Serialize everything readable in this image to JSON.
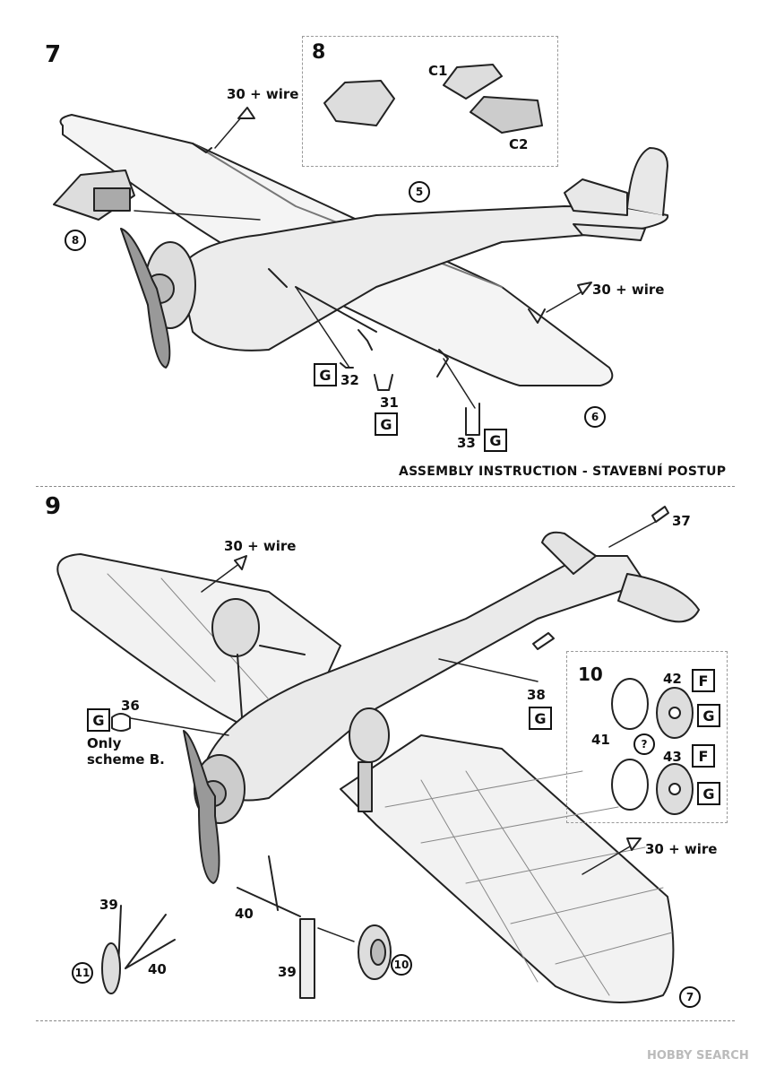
{
  "steps": {
    "s7": "7",
    "s8": "8",
    "s9": "9",
    "s10": "10"
  },
  "section_title": "ASSEMBLY INSTRUCTION - STAVEBNÍ POSTUP",
  "part_labels": {
    "wire_a": "30 + wire",
    "wire_b": "30 + wire",
    "wire_c": "30 + wire",
    "wire_d": "30 + wire",
    "c1": "C1",
    "c2": "C2",
    "p32": "32",
    "p31": "31",
    "p33": "33",
    "p37": "37",
    "p36": "36",
    "only_scheme": "Only",
    "only_scheme2": "scheme B.",
    "p38": "38",
    "p42": "42",
    "p41": "41",
    "p43": "43",
    "p39a": "39",
    "p40a": "40",
    "p39b": "39",
    "p40b": "40",
    "question": "?"
  },
  "sprue_letters": {
    "g32": "G",
    "g31": "G",
    "g33": "G",
    "g36": "G",
    "g38": "G",
    "f42": "F",
    "g42": "G",
    "f43": "F",
    "g43": "G"
  },
  "circle_refs": {
    "r8": "8",
    "r5": "5",
    "r6": "6",
    "r10": "10",
    "r11": "11",
    "r7": "7"
  },
  "watermark": "HOBBY SEARCH"
}
